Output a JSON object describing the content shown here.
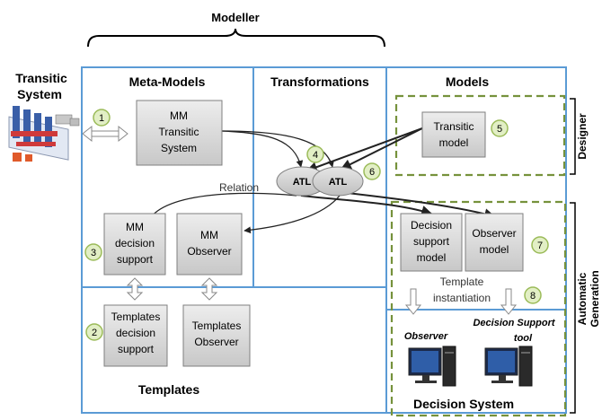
{
  "modeller": "Modeller",
  "headers": {
    "transitic_system": [
      "Transitic",
      "System"
    ],
    "meta_models": "Meta-Models",
    "transformations": "Transformations",
    "models": "Models",
    "templates": "Templates"
  },
  "boxes": {
    "mm_transitic": [
      "MM",
      "Transitic",
      "System"
    ],
    "mm_decision": [
      "MM",
      "decision",
      "support"
    ],
    "mm_observer": [
      "MM",
      "Observer"
    ],
    "templates_decision": [
      "Templates",
      "decision",
      "support"
    ],
    "templates_observer": [
      "Templates",
      "Observer"
    ],
    "transitic_model": [
      "Transitic",
      "model"
    ],
    "decision_support_model": [
      "Decision",
      "support",
      "model"
    ],
    "observer_model": [
      "Observer",
      "model"
    ]
  },
  "atl": [
    "ATL",
    "ATL"
  ],
  "relation": "Relation",
  "template_instantiation": [
    "Template",
    "instantiation"
  ],
  "numbers": [
    "1",
    "2",
    "3",
    "4",
    "5",
    "6",
    "7",
    "8"
  ],
  "side_labels": {
    "designer": "Designer",
    "automatic_generation": [
      "Automatic",
      "Generation"
    ]
  },
  "decision_system": {
    "observer": "Observer",
    "decision_support_tool": [
      "Decision Support",
      "tool"
    ],
    "title": "Decision System"
  },
  "colors": {
    "panel_border": "#5b9bd5",
    "dashed_border": "#76923c",
    "box_fill": "#d9d9d9",
    "badge_fill": "#e2efc5",
    "badge_stroke": "#9bbb59"
  }
}
